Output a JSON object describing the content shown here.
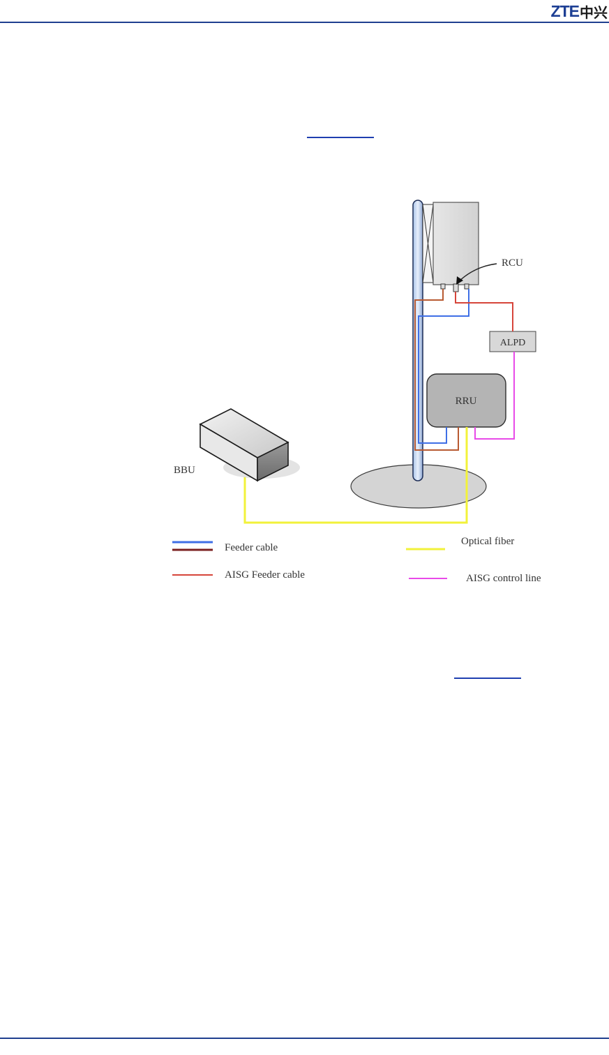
{
  "header": {
    "logo_text": "ZTE",
    "logo_text_cn": "中兴",
    "rule_color": "#1f3f8f"
  },
  "diagram": {
    "nodes": {
      "rcu": "RCU",
      "alpd": "ALPD",
      "rru": "RRU",
      "bbu": "BBU"
    },
    "legend": [
      {
        "key": "feeder",
        "label": "Feeder cable",
        "colors": [
          "#3f6fe6",
          "#7a1f1f"
        ]
      },
      {
        "key": "aisg_feeder",
        "label": "AISG Feeder cable",
        "colors": [
          "#d6453a"
        ]
      },
      {
        "key": "optical",
        "label": "Optical fiber",
        "colors": [
          "#f2f23a"
        ]
      },
      {
        "key": "aisg_control",
        "label": "AISG control line",
        "colors": [
          "#e84ae8"
        ]
      }
    ],
    "colors": {
      "feeder_blue": "#3f6fe6",
      "feeder_brown": "#b85a32",
      "aisg_red": "#d6453a",
      "optical": "#f2f23a",
      "aisg_control": "#e84ae8"
    }
  }
}
